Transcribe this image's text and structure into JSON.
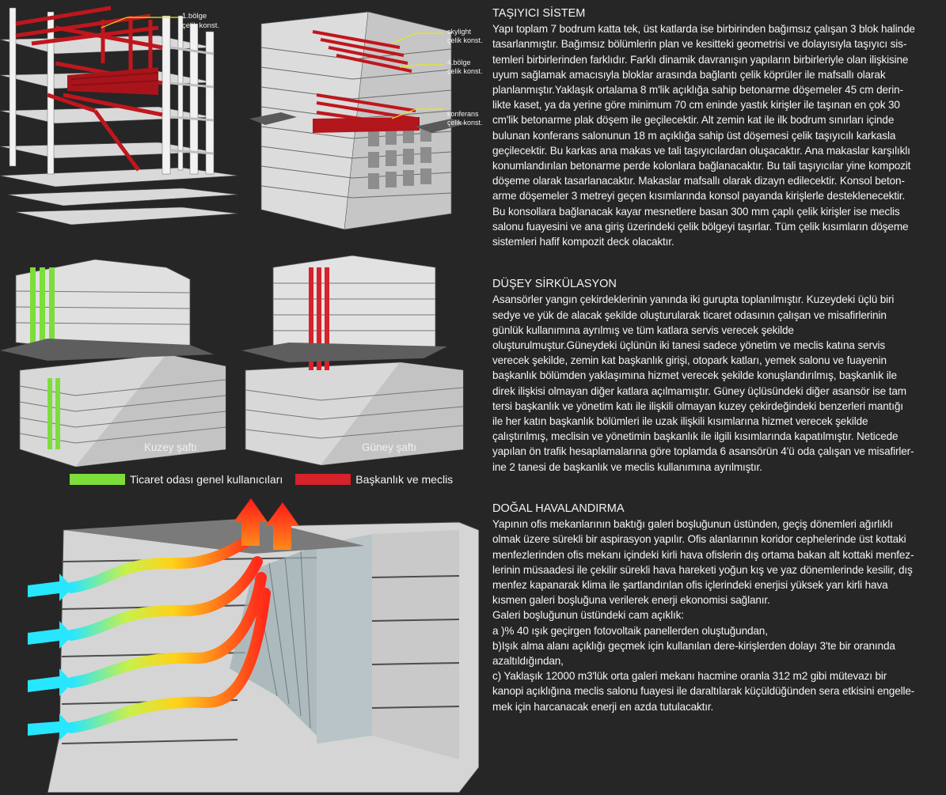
{
  "figures": {
    "structure_left": {
      "label_1": "1.bölge",
      "label_2": "çelik konst."
    },
    "structure_right": {
      "label_skylight_1": "skylight",
      "label_skylight_2": "çelik konst.",
      "label_4_1": "4.bölge",
      "label_4_2": "çelik konst.",
      "label_conf_1": "konferans",
      "label_conf_2": "çelik konst."
    },
    "shafts": {
      "north_caption": "Kuzey şaftı",
      "south_caption": "Güney şaftı"
    },
    "legend": {
      "items": [
        {
          "label": "Ticaret odası genel kullanıcıları",
          "color": "#7ddd3a"
        },
        {
          "label": "Başkanlık ve meclis",
          "color": "#d6222a"
        }
      ]
    }
  },
  "sections": [
    {
      "title": "TAŞIYICI SİSTEM",
      "lines": [
        "Yapı toplam 7 bodrum katta tek, üst katlarda ise birbirinden bağımsız çalışan 3 blok halinde",
        "tasarlanmıştır. Bağımsız bölümlerin plan ve kesitteki geometrisi ve dolayısıyla taşıyıcı sis-",
        "temleri birbirlerinden farklıdır. Farklı dinamik davranışın yapıların birbirleriyle olan ilişkisine",
        "uyum sağlamak amacısıyla bloklar arasında bağlantı çelik köprüler ile mafsallı olarak",
        "planlanmıştır.Yaklaşık ortalama 8 m'lik açıklığa sahip betonarme döşemeler 45 cm derin-",
        "likte kaset, ya da yerine göre minimum 70 cm eninde yastık kirişler ile taşınan en çok 30",
        "cm'lik betonarme plak döşem ile geçilecektir. Alt zemin kat ile ilk bodrum sınırları içinde",
        "bulunan konferans salonunun 18 m açıklığa sahip üst döşemesi çelik taşıyıcılı karkasla",
        "geçilecektir. Bu karkas ana makas ve tali taşıyıcılardan oluşacaktır. Ana makaslar karşılıklı",
        "konumlandırılan betonarme perde kolonlara bağlanacaktır. Bu tali taşıyıcılar yine kompozit",
        "döşeme olarak tasarlanacaktır. Makaslar mafsallı olarak dizayn edilecektir. Konsol beton-",
        "arme döşemeler 3 metreyi geçen kısımlarında konsol payanda kirişlerle desteklenecektir.",
        "Bu konsollara bağlanacak kayar mesnetlere basan 300 mm çaplı çelik kirişler ise meclis",
        "salonu fuayesini ve ana giriş üzerindeki çelik bölgeyi taşırlar. Tüm çelik kısımların döşeme",
        "sistemleri hafif kompozit deck olacaktır."
      ]
    },
    {
      "title": "DÜŞEY SİRKÜLASYON",
      "lines": [
        "Asansörler yangın çekirdeklerinin yanında iki gurupta toplanılmıştır. Kuzeydeki üçlü biri",
        "sedye ve yük de alacak şekilde oluşturularak ticaret odasının çalışan ve misafirlerinin",
        "günlük kullanımına ayrılmış ve tüm katlara servis verecek şekilde",
        "oluşturulmuştur.Güneydeki üçlünün iki tanesi sadece yönetim ve meclis katına servis",
        "verecek şekilde, zemin kat başkanlık girişi, otopark katları, yemek salonu ve fuayenin",
        "başkanlık bölümden yaklaşımına hizmet verecek şekilde konuşlandırılmış, başkanlık ile",
        "direk ilişkisi olmayan diğer katlara açılmamıştır. Güney üçlüsündeki diğer asansör ise tam",
        "tersi başkanlık ve yönetim katı ile ilişkili olmayan kuzey çekirdeğindeki benzerleri mantığı",
        "ile her katın başkanlık bölümleri ile uzak ilişkili kısımlarına hizmet verecek şekilde",
        "çalıştırılmış, meclisin ve yönetimin başkanlık ile ilgili kısımlarında kapatılmıştır. Neticede",
        "yapılan ön trafik hesaplamalarına göre toplamda 6 asansörün 4'ü oda çalışan ve misafirler-",
        "ine 2 tanesi de başkanlık ve meclis kullanımına ayrılmıştır."
      ]
    },
    {
      "title": "DOĞAL HAVALANDIRMA",
      "lines": [
        "Yapının ofis mekanlarının baktığı galeri boşluğunun üstünden, geçiş dönemleri ağırlıklı",
        "olmak üzere sürekli bir aspirasyon yapılır. Ofis alanlarının koridor cephelerinde üst kottaki",
        "menfezlerinden ofis mekanı içindeki kirli hava ofislerin dış ortama bakan alt kottaki menfez-",
        "lerinin müsaadesi ile çekilir sürekli hava hareketi yoğun kış ve yaz dönemlerinde kesilir, dış",
        "menfez kapanarak klima ile şartlandırılan ofis içlerindeki enerjisi yüksek yarı kirli hava",
        "kısmen galeri boşluğuna verilerek enerji ekonomisi sağlanır.",
        "Galeri boşluğunun üstündeki cam açıklık:",
        "a )% 40 ışık geçirgen fotovoltaik panellerden oluştuğundan,",
        "b)Işık alma alanı açıklığı geçmek için kullanılan dere-kirişlerden dolayı 3'te bir oranında",
        "azaltıldığından,",
        "c)  Yaklaşık 12000 m3'lük orta galeri mekanı hacmine oranla 312 m2 gibi mütevazı bir",
        "kanopi açıklığına meclis salonu fuayesi ile daraltılarak küçüldüğünden sera etkisini engelle-",
        "mek için harcanacak enerji en azda tutulacaktır."
      ]
    }
  ]
}
